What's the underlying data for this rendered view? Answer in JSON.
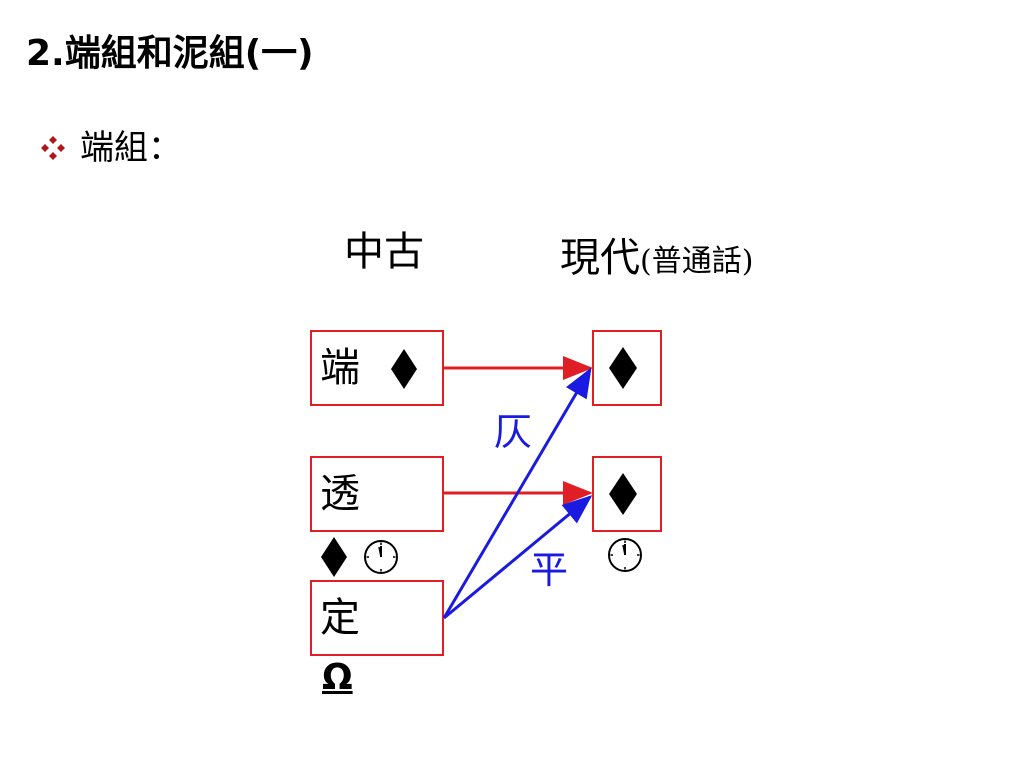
{
  "slide": {
    "title": "2.端組和泥組(一)",
    "bullet_text": "端組："
  },
  "diagram": {
    "header_ancient": "中古",
    "header_modern_main": "現代",
    "header_modern_sub": "(普通話)",
    "ancient_nodes": [
      {
        "id": "duan",
        "char": "端",
        "symbols": [
          "diamond"
        ]
      },
      {
        "id": "tou",
        "char": "透",
        "symbols": [
          "diamond",
          "clock"
        ]
      },
      {
        "id": "ding",
        "char": "定",
        "symbols": [
          "omega"
        ]
      }
    ],
    "omega_symbol": "Ω",
    "modern_nodes": [
      {
        "id": "m1",
        "symbols": [
          "diamond"
        ]
      },
      {
        "id": "m2",
        "symbols": [
          "diamond",
          "clock"
        ]
      }
    ],
    "edges": [
      {
        "from": "duan",
        "to": "m1",
        "color": "#e01e26",
        "label": ""
      },
      {
        "from": "tou",
        "to": "m2",
        "color": "#e01e26",
        "label": ""
      },
      {
        "from": "ding",
        "to": "m1",
        "color": "#1a1ae0",
        "label": "仄"
      },
      {
        "from": "ding",
        "to": "m2",
        "color": "#1a1ae0",
        "label": "平"
      }
    ],
    "edge_label_ze": "仄",
    "edge_label_ping": "平"
  },
  "colors": {
    "box_border": "#e01e26",
    "red_arrow": "#e01e26",
    "blue_arrow": "#1a1ae0",
    "bullet": "#b01818"
  },
  "icons": {
    "bullet": "diamond-cluster-icon",
    "diamond": "black-diamond-icon",
    "clock": "clock-icon"
  }
}
